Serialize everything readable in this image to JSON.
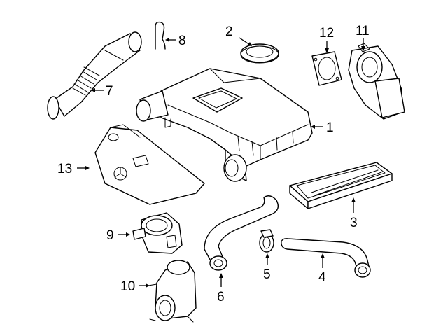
{
  "background": "#ffffff",
  "line_color": "#000000",
  "callouts": [
    {
      "id": "1",
      "label": "1"
    },
    {
      "id": "2",
      "label": "2"
    },
    {
      "id": "3",
      "label": "3"
    },
    {
      "id": "4",
      "label": "4"
    },
    {
      "id": "5",
      "label": "5"
    },
    {
      "id": "6",
      "label": "6"
    },
    {
      "id": "7",
      "label": "7"
    },
    {
      "id": "8",
      "label": "8"
    },
    {
      "id": "9",
      "label": "9"
    },
    {
      "id": "10",
      "label": "10"
    },
    {
      "id": "11",
      "label": "11"
    },
    {
      "id": "12",
      "label": "12"
    },
    {
      "id": "13",
      "label": "13"
    }
  ]
}
